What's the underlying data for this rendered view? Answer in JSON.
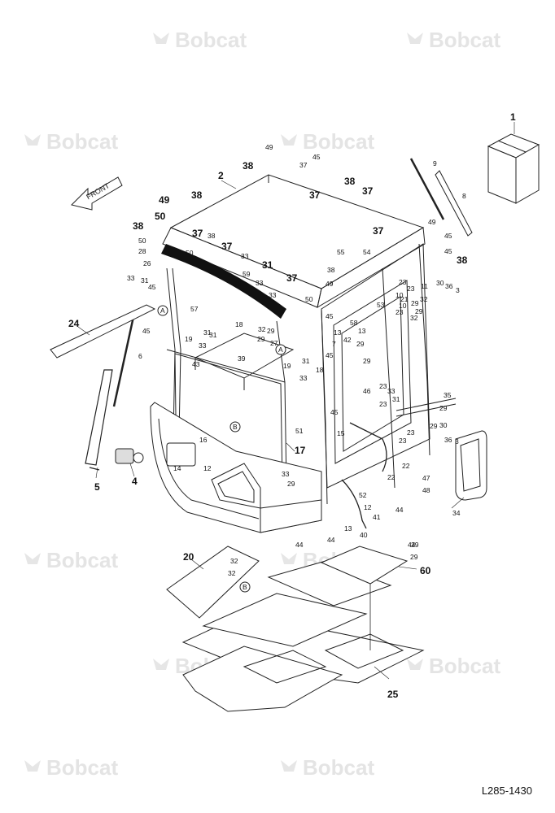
{
  "watermark": {
    "brand": "Bobcat"
  },
  "drawing_number": "L285-1430",
  "direction_label": "FRONT",
  "callouts_large": [
    "1",
    "2",
    "38",
    "49",
    "38",
    "50",
    "38",
    "37",
    "37",
    "38",
    "37",
    "37",
    "38",
    "37",
    "31",
    "37",
    "24",
    "5",
    "4",
    "17",
    "20",
    "25",
    "60",
    "34"
  ],
  "callouts_small": [
    "49",
    "45",
    "37",
    "9",
    "8",
    "49",
    "45",
    "28",
    "50",
    "50",
    "33",
    "26",
    "38",
    "33",
    "55",
    "54",
    "38",
    "45",
    "59",
    "31",
    "33",
    "45",
    "38",
    "49",
    "33",
    "31",
    "45",
    "57",
    "23",
    "11",
    "23",
    "21",
    "30",
    "36",
    "3",
    "10",
    "29",
    "23",
    "32",
    "10",
    "29",
    "53",
    "13",
    "32",
    "50",
    "45",
    "18",
    "32",
    "58",
    "19",
    "31",
    "29",
    "29",
    "27",
    "42",
    "13",
    "7",
    "29",
    "45",
    "43",
    "33",
    "39",
    "19",
    "18",
    "31",
    "33",
    "29",
    "23",
    "33",
    "46",
    "31",
    "23",
    "35",
    "6",
    "45",
    "29",
    "51",
    "15",
    "23",
    "29",
    "30",
    "36",
    "3",
    "16",
    "14",
    "12",
    "22",
    "23",
    "22",
    "44",
    "47",
    "48",
    "33",
    "29",
    "52",
    "44",
    "12",
    "41",
    "13",
    "40",
    "44",
    "44",
    "32",
    "29",
    "32",
    "29",
    "29"
  ],
  "icons": [
    "bobcat-logo-icon",
    "front-arrow-icon",
    "reference-circle-a-icon",
    "reference-circle-b-icon",
    "kit-box-icon"
  ]
}
